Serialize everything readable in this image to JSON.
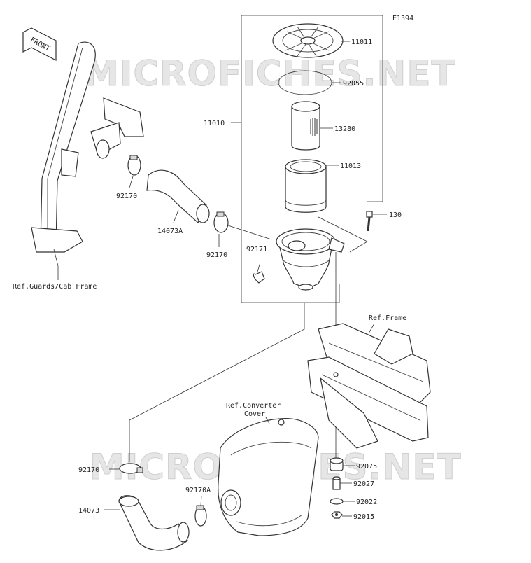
{
  "diagram": {
    "code": "E1394",
    "watermark": "MICROFICHES.NET",
    "front_label": "FRONT",
    "parts": [
      {
        "id": "11011"
      },
      {
        "id": "92055"
      },
      {
        "id": "11010"
      },
      {
        "id": "13280"
      },
      {
        "id": "11013"
      },
      {
        "id": "130"
      },
      {
        "id": "92170"
      },
      {
        "id": "14073A"
      },
      {
        "id": "92171"
      },
      {
        "id": "92075"
      },
      {
        "id": "92027"
      },
      {
        "id": "92022"
      },
      {
        "id": "92015"
      },
      {
        "id": "92170A"
      },
      {
        "id": "14073"
      }
    ],
    "refs": {
      "guards": "Ref.Guards/Cab Frame",
      "frame": "Ref.Frame",
      "converter_line1": "Ref.Converter",
      "converter_line2": "Cover"
    }
  }
}
